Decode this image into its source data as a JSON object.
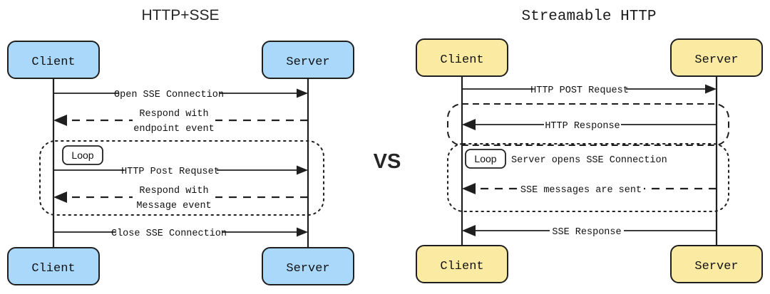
{
  "page": {
    "background": "#ffffff",
    "separator_label": "VS"
  },
  "colors": {
    "blue_actor": "#a9d8fb",
    "yellow_actor": "#fbeba2",
    "stroke": "#1f1f1f",
    "text": "#111111"
  },
  "diagrams": [
    {
      "id": "http-sse",
      "title": "HTTP+SSE",
      "actor_color": "#a9d8fb",
      "actors": [
        {
          "name": "client",
          "label": "Client"
        },
        {
          "name": "server",
          "label": "Server"
        }
      ],
      "footer_actors": [
        {
          "name": "client",
          "label": "Client"
        },
        {
          "name": "server",
          "label": "Server"
        }
      ],
      "messages": [
        {
          "label": "Open SSE Connection",
          "direction": "right",
          "style": "solid"
        },
        {
          "label": "Respond with\nendpoint event",
          "line1": "Respond with",
          "line2": "endpoint event",
          "direction": "left",
          "style": "dashed"
        },
        {
          "label": "HTTP Post Requset",
          "direction": "right",
          "style": "solid"
        },
        {
          "label": "Respond with\nMessage event",
          "line1": "Respond with",
          "line2": "Message event",
          "direction": "left",
          "style": "dashed"
        },
        {
          "label": "Close SSE Connection",
          "direction": "right",
          "style": "solid"
        }
      ],
      "frames": [
        {
          "kind": "loop",
          "label": "Loop",
          "note": "",
          "border": "dotted"
        }
      ]
    },
    {
      "id": "streamable-http",
      "title": "Streamable HTTP",
      "actor_color": "#fbeba2",
      "actors": [
        {
          "name": "client",
          "label": "Client"
        },
        {
          "name": "server",
          "label": "Server"
        }
      ],
      "footer_actors": [
        {
          "name": "client",
          "label": "Client"
        },
        {
          "name": "server",
          "label": "Server"
        }
      ],
      "messages": [
        {
          "label": "HTTP POST Request",
          "direction": "right",
          "style": "solid"
        },
        {
          "label": "HTTP Response",
          "direction": "left",
          "style": "solid"
        },
        {
          "label": "SSE messages are sent",
          "direction": "left",
          "style": "dashed"
        },
        {
          "label": "SSE Response",
          "direction": "left",
          "style": "solid"
        }
      ],
      "frames": [
        {
          "kind": "group",
          "label": "",
          "note": "",
          "border": "dashed"
        },
        {
          "kind": "loop",
          "label": "Loop",
          "note": "Server opens SSE Connection",
          "border": "dotted"
        }
      ]
    }
  ]
}
